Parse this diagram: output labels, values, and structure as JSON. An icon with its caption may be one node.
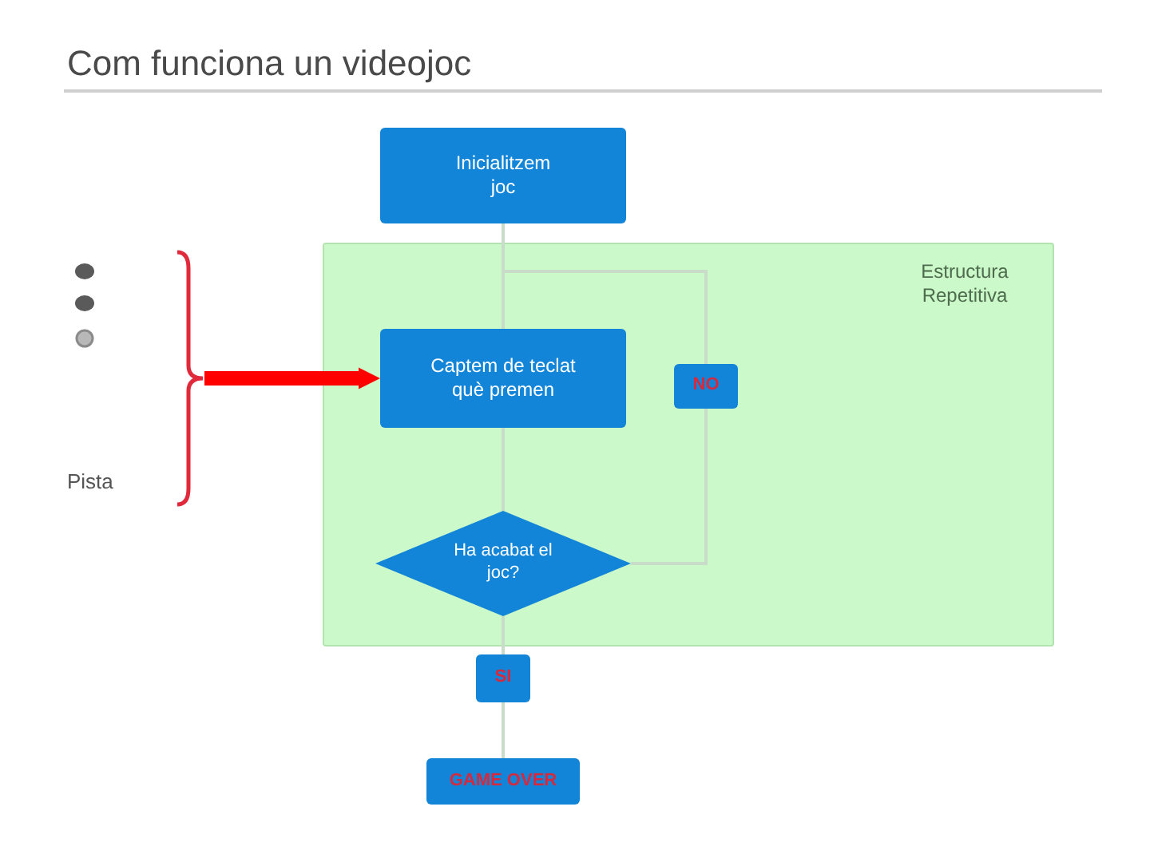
{
  "diagram": {
    "title": "Com funciona un videojoc",
    "nodes": [
      {
        "text": [
          "Inicialitzem joc"
        ]
      },
      {
        "text": [
          "Estructura Repetitiva"
        ]
      },
      {
        "text": [
          "Captem de teclat què premen"
        ],
        "in": 1
      },
      {
        "text": [
          "NO"
        ],
        "in": 1
      },
      {
        "text": [
          "Ha acabat el joc?"
        ],
        "in": 1
      },
      {
        "text": [
          "SI"
        ]
      },
      {
        "text": [
          "GAME OVER"
        ]
      },
      {
        "text": [],
        "shape": "bracket"
      }
    ],
    "edges": [
      {
        "from": 0,
        "to": 2,
        "arrow": "none"
      },
      {
        "from": 2,
        "to": 4,
        "arrow": "none"
      },
      {
        "from": 4,
        "to": 3,
        "arrow": "none"
      },
      {
        "from": 3,
        "to": 2,
        "arrow": "none"
      },
      {
        "from": 4,
        "to": 5,
        "arrow": "none"
      },
      {
        "from": 5,
        "to": 6,
        "arrow": "none"
      },
      {
        "from": 7,
        "to": 2,
        "arrow": "to",
        "style": "thick",
        "color": "#ff0000"
      }
    ],
    "labels": [
      "Pista"
    ]
  }
}
